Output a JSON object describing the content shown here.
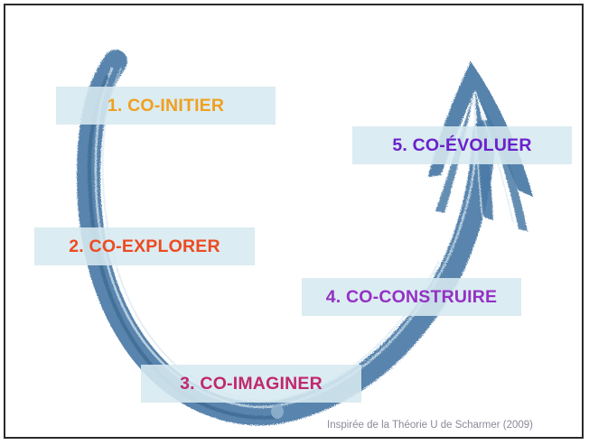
{
  "stages": [
    {
      "label": "1. CO-INITIER",
      "color": "#f0a020"
    },
    {
      "label": "2. CO-EXPLORER",
      "color": "#ee4a20"
    },
    {
      "label": "3. CO-IMAGINER",
      "color": "#c0286e"
    },
    {
      "label": "4. CO-CONSTRUIRE",
      "color": "#9430c4"
    },
    {
      "label": "5. CO-ÉVOLUER",
      "color": "#6a20cc"
    }
  ],
  "caption": "Inspirée de la Théorie U  de Scharmer (2009)",
  "colors": {
    "arrow": "#4a7aa6",
    "arrow_highlight": "#d6e6f0",
    "label_box": "#d6e9f0"
  }
}
